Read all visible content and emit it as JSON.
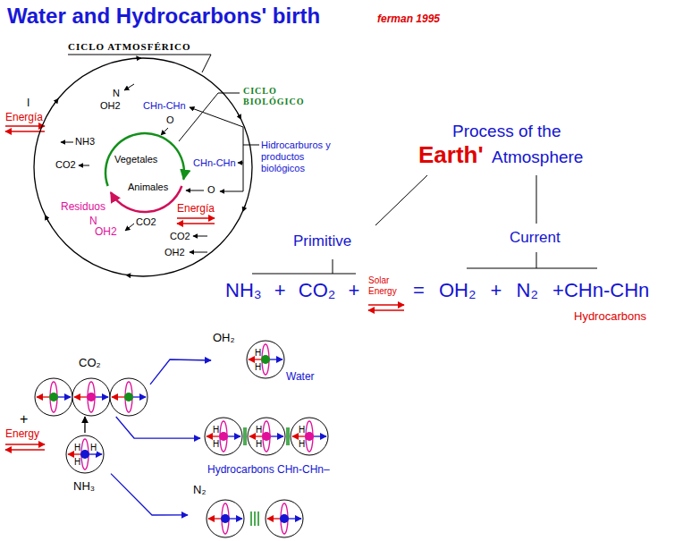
{
  "diagram": {
    "title": "Water and Hydrocarbons' birth",
    "nodes": [
      {
        "text": [
          "CICLO ATMOSFÉRICO"
        ]
      },
      {
        "text": [
          "Vegetales",
          "Animales"
        ],
        "in": 0
      },
      {
        "text": [
          "CO₂"
        ]
      },
      {
        "text": [
          "H",
          "H",
          "H",
          "NH₃"
        ]
      },
      {
        "text": [
          "OH₂",
          "H",
          "H",
          "Water"
        ]
      },
      {
        "text": [
          "H",
          "H",
          "H",
          "H",
          "H",
          "H",
          "Hydrocarbons CHn-CHn–"
        ]
      },
      {
        "text": [
          "N₂"
        ]
      }
    ],
    "edges": [
      {
        "from": 2,
        "to": 4,
        "arrow": "to"
      },
      {
        "from": 2,
        "to": 5,
        "arrow": "to"
      },
      {
        "from": 3,
        "to": 6,
        "arrow": "to"
      },
      {
        "from": 3,
        "to": 2,
        "arrow": "to"
      }
    ],
    "labels": [
      "ferman 1995",
      "I",
      "Energía",
      "N",
      "OH2",
      "CHn-CHn",
      "CICLO BIOLÓGICO",
      "O",
      "Hidrocarburos y productos biológicos",
      "NH3",
      "CO2",
      "CHn-CHn",
      "O",
      "Residuos",
      "N",
      "OH2",
      "CO2",
      "Energía",
      "CO2",
      "OH2",
      "Process of the",
      "Earth'",
      "Atmosphere",
      "Primitive",
      "Current",
      "NH₃ + CO₂ +",
      "Solar Energy",
      "= OH₂ + N₂ +CHn-CHn",
      "Hydrocarbons",
      "+",
      "Energy"
    ]
  }
}
